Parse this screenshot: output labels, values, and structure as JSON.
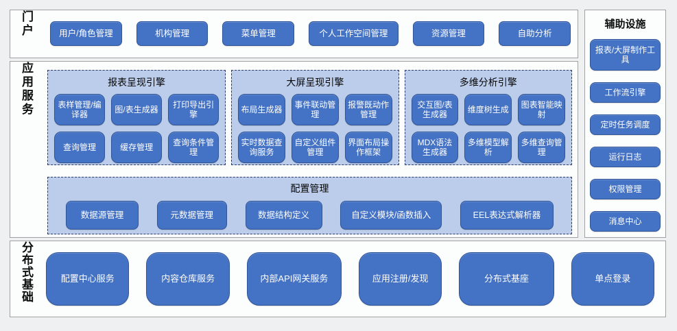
{
  "palette": {
    "page_bg": "#eef0f2",
    "panel_bg": "#fcfdfd",
    "panel_border": "#a0a0a0",
    "node_blue": "#4472c4",
    "node_border": "#2f5597",
    "group_bg": "#bccdeb",
    "group_dash_border": "#2c3a68",
    "node_text": "#ffffff",
    "title_text": "#0d0d0d"
  },
  "portal": {
    "title": "门户",
    "items": [
      "用户/角色管理",
      "机构管理",
      "菜单管理",
      "个人工作空间管理",
      "资源管理",
      "自助分析"
    ]
  },
  "app_services": {
    "title": "应用服务",
    "engines": [
      {
        "title": "报表呈现引擎",
        "items": [
          "表样管理/编译器",
          "图/表生成器",
          "打印导出引擎",
          "查询管理",
          "缓存管理",
          "查询条件管理"
        ]
      },
      {
        "title": "大屏呈现引擎",
        "items": [
          "布局生成器",
          "事件联动管理",
          "报警既动作管理",
          "实时数据查询服务",
          "自定义组件管理",
          "界面布局操作框架"
        ]
      },
      {
        "title": "多维分析引擎",
        "items": [
          "交互图/表生成器",
          "维度树生成",
          "图表智能映射",
          "MDX语法生成器",
          "多维模型解析",
          "多维查询管理"
        ]
      }
    ],
    "config": {
      "title": "配置管理",
      "items": [
        "数据源管理",
        "元数据管理",
        "数据结构定义",
        "自定义模块/函数插入",
        "EEL表达式解析器"
      ]
    }
  },
  "auxiliary": {
    "title": "辅助设施",
    "items": [
      "报表/大屏制作工具",
      "工作流引擎",
      "定时任务调度",
      "运行日志",
      "权限管理",
      "消息中心"
    ]
  },
  "foundation": {
    "title": "分布式基础",
    "items": [
      "配置中心服务",
      "内容仓库服务",
      "内部API网关服务",
      "应用注册/发现",
      "分布式基座",
      "单点登录"
    ]
  }
}
